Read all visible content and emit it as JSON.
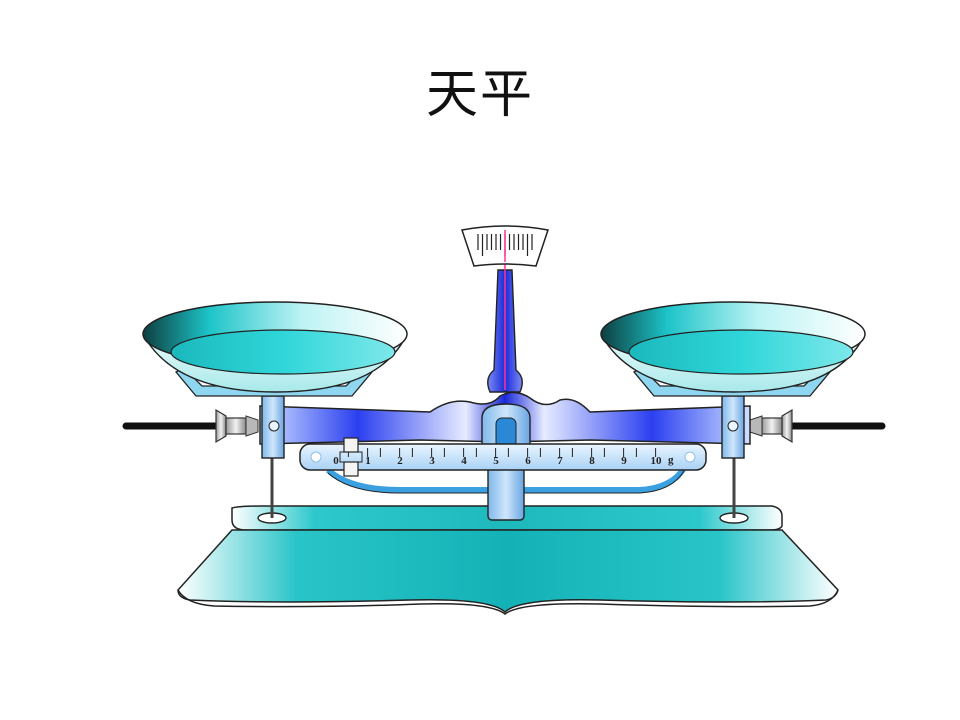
{
  "title": "天平",
  "beam_scale": {
    "labels": [
      "0",
      "1",
      "2",
      "3",
      "4",
      "5",
      "6",
      "7",
      "8",
      "9",
      "10"
    ],
    "unit": "g",
    "rider_value": 0
  },
  "colors": {
    "cyan": "#1fc9cc",
    "light_cyan": "#bff3f4",
    "blue": "#1f2fe0",
    "light_blue": "#9ec5f2",
    "needle": "#ff3399",
    "rod": "#111111"
  }
}
